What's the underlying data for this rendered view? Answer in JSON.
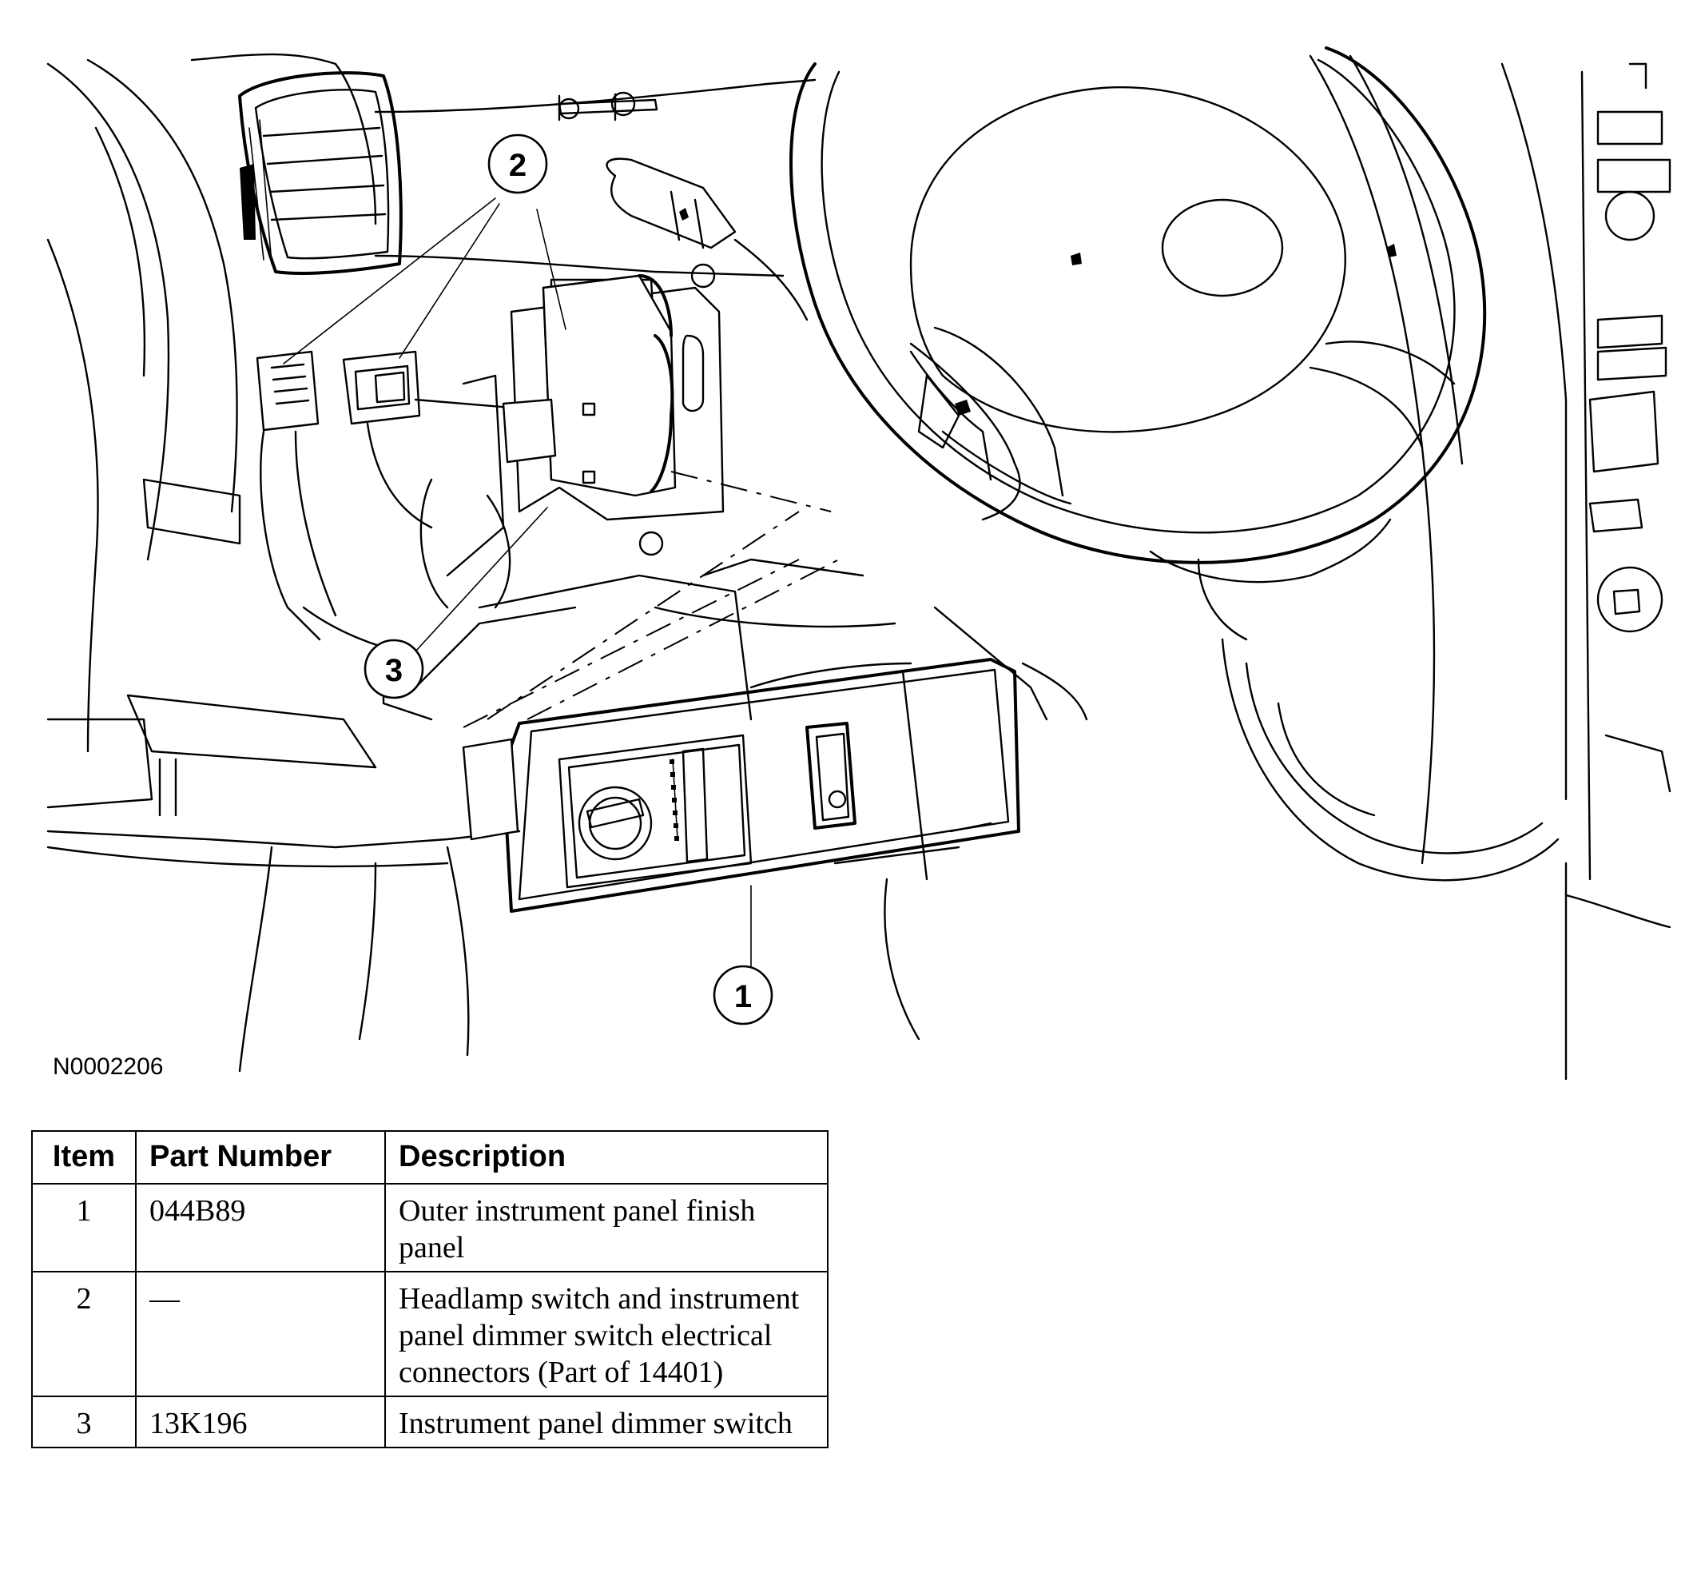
{
  "figure": {
    "id": "N0002206",
    "callouts": [
      {
        "number": "1"
      },
      {
        "number": "2"
      },
      {
        "number": "3"
      }
    ]
  },
  "table": {
    "headers": [
      "Item",
      "Part Number",
      "Description"
    ],
    "rows": [
      {
        "item": "1",
        "part_number": "044B89",
        "description": "Outer instrument panel finish panel"
      },
      {
        "item": "2",
        "part_number": "—",
        "description": "Headlamp switch and instrument panel dimmer switch electrical connectors (Part of 14401)"
      },
      {
        "item": "3",
        "part_number": "13K196",
        "description": "Instrument panel dimmer switch"
      }
    ]
  }
}
